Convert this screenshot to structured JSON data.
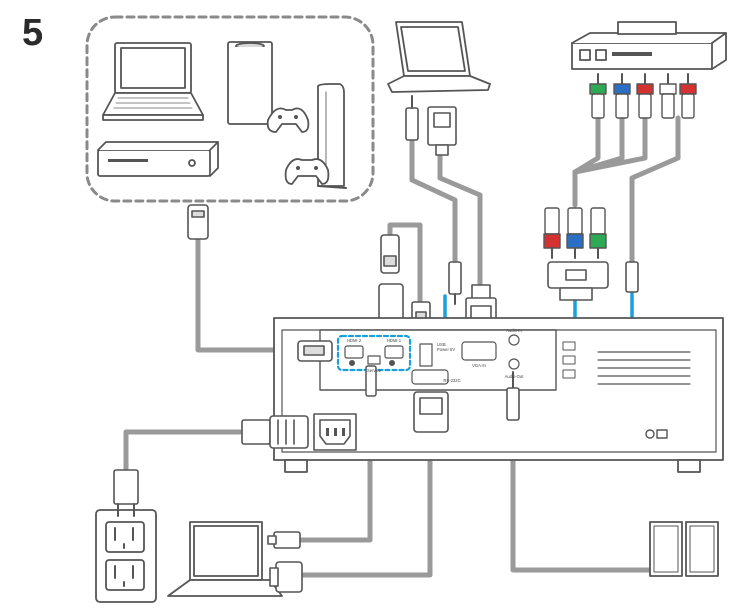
{
  "figure": {
    "step_number": "5",
    "cable_color": "#9a9a9a",
    "highlight_color": "#1aa0dc",
    "device_outline_color": "#555555"
  },
  "projector_panel": {
    "labels": {
      "hdmi1": "HDMI 1",
      "hdmi2": "HDMI 2",
      "usb_power": "USB\nPower 5V",
      "vga_in": "VGA-In",
      "audio_in": "Audio-In",
      "audio_out": "Audio-Out",
      "rs232": "RS-232C",
      "service": "Service"
    }
  }
}
